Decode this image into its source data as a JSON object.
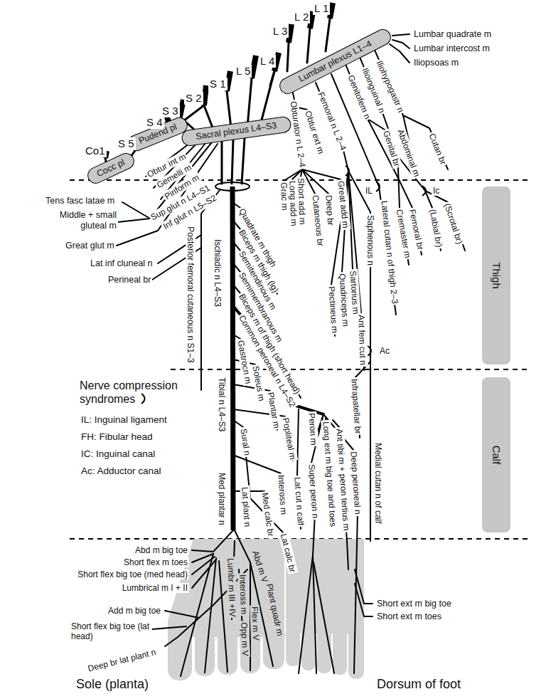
{
  "diagram": {
    "nodes": [
      {
        "text": [
          "Lumbar plexus L1–4"
        ]
      },
      {
        "text": [
          "Sacral plexus L4–S3"
        ]
      },
      {
        "text": [
          "Pudend pl"
        ]
      },
      {
        "text": [
          "Cocc pl"
        ]
      },
      {
        "text": [
          "Thigh"
        ]
      },
      {
        "text": [
          "Calf"
        ]
      }
    ],
    "labels": [
      "L 1",
      "L 2",
      "L 3",
      "L 4",
      "L 5",
      "S 1",
      "S 2",
      "S 3",
      "S 4",
      "S 5",
      "Co1",
      "Lumbar quadrate m",
      "Lumbar intercost m",
      "Iliopsoas m",
      "Iliohypogastr n",
      "Ilioinguinal n",
      "Genitofem n",
      "Femoral n L 2–4",
      "Obturator n L 2–4",
      "Obtur ext m",
      "Abdominal m",
      "Genital br",
      "Cutan br",
      "Obtur int m",
      "Gemelli m",
      "Piriform m",
      "Sup glut n L4–S1",
      "Inf glut n L5–S2",
      "Tens fasc latae m",
      "Middle + small gluteal m",
      "Great glut m",
      "Lat inf cluneal n",
      "Perineal br",
      "Posterior femoral cutaneous n S1–3",
      "Ischiadic n L4–S3",
      "Quadrate m thigh",
      "Biceps m thigh (lg)",
      "Semitendinous m",
      "Semimembranous m",
      "Biceps m of thigh (short head)",
      "Common peroneal n L4–S2",
      "Grac m",
      "Long add m",
      "Short add m",
      "Cutaneous br",
      "Deep br",
      "Great add m",
      "Pectineus m",
      "Quadriceps m",
      "Sartorius m",
      "IL",
      "Saphenous n",
      "Lateral cutan n of thigh 2–3",
      "Ant fem cut n",
      "Ac",
      "Cremaster m",
      "Femoral br",
      "Ic",
      "(Labial br)",
      "(Scrotal br)",
      "Gastrocn m",
      "Soleus m",
      "Plantar m",
      "Popliteal m",
      "Tibial n L4–S3",
      "Sural n",
      "Inteross m",
      "Peron m",
      "Lat cut n calf",
      "Super peron n",
      "Long ext m big toe and toes",
      "Ant tibi m + peron tertius m",
      "Deep peroneal n",
      "Infrapatellar br",
      "Medial cutan n of calf",
      "Med plantar n",
      "Lat plant n",
      "Med calc br",
      "Lat calc br",
      "IL: Inguinal ligament",
      "FH: Fibular head",
      "IC: Inguinal canal",
      "Ac: Adductor canal",
      "Abd m big toe",
      "Short flex m toes",
      "Short flex big toe (med head)",
      "Lumbrical m I + II",
      "Add m big toe",
      "Short flex big toe (lat head)",
      "Deep br lat plant n",
      "Lumbr m III +IV",
      "Inteross m",
      "Abd m V",
      "Plant quadr m",
      "Flex m V",
      "Opp m V",
      "Short ext m big toe",
      "Short ext m toes",
      "Sole (planta)",
      "Dorsum of foot"
    ],
    "legend": [
      {
        "text": "Nerve compression syndromes"
      }
    ]
  }
}
